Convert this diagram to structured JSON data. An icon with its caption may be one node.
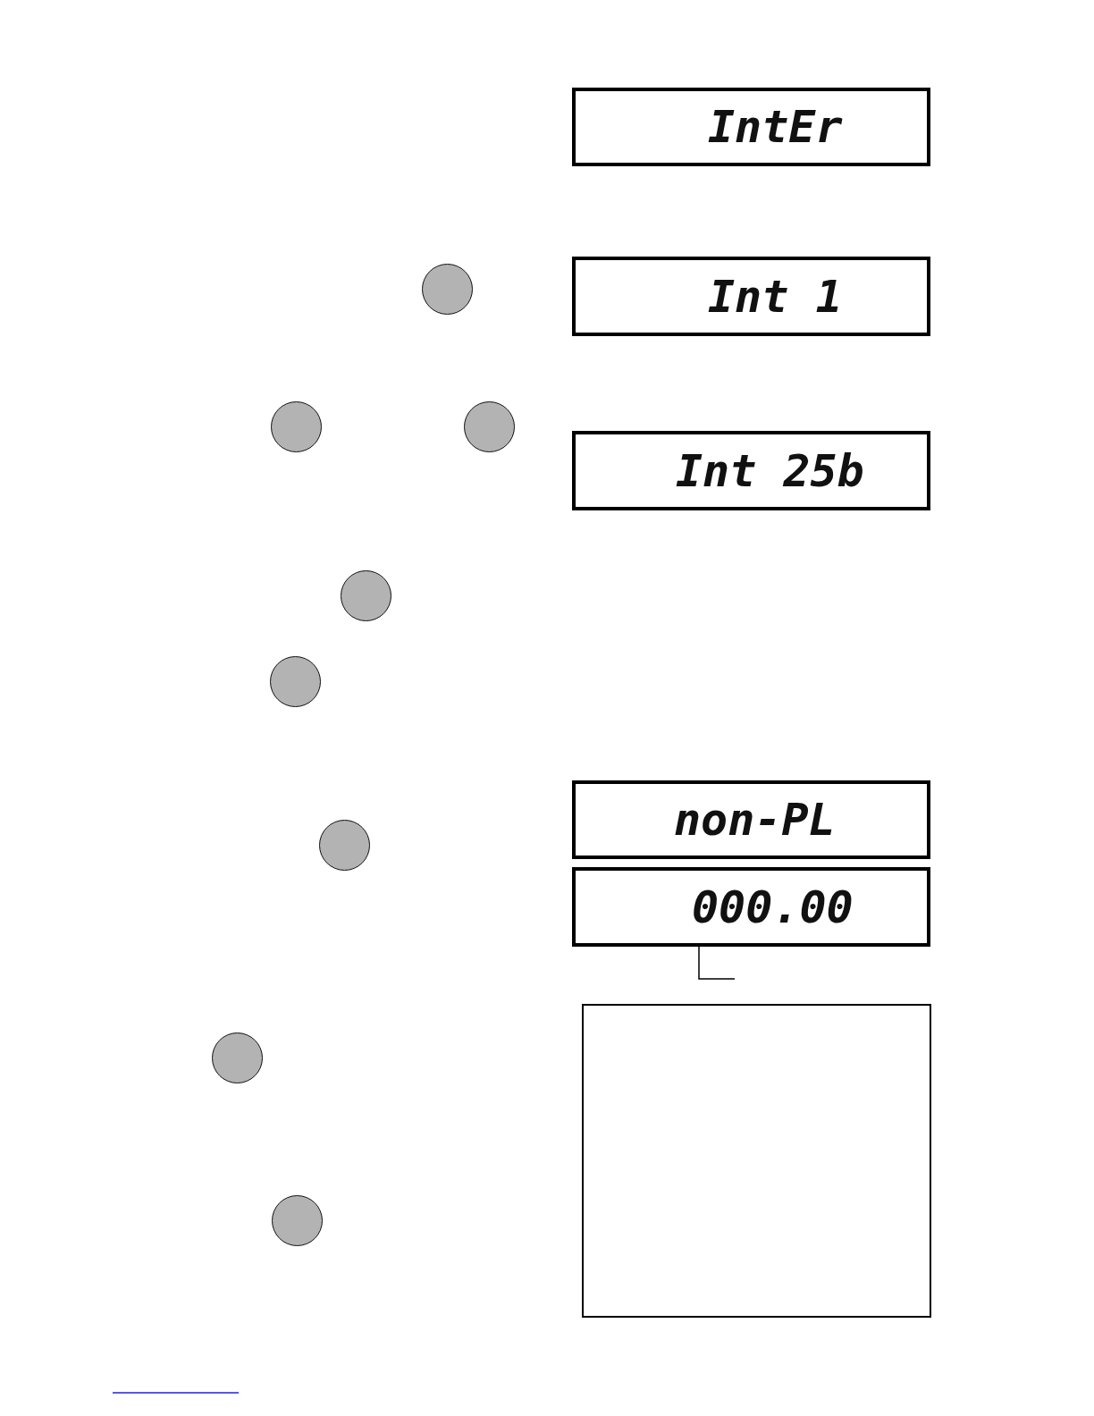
{
  "diagram": {
    "nodes": [
      {
        "text": [
          "IntEr"
        ]
      },
      {
        "text": [],
        "shape": "circle"
      },
      {
        "text": [
          "Int 1"
        ]
      },
      {
        "text": [],
        "shape": "circle"
      },
      {
        "text": [],
        "shape": "circle"
      },
      {
        "text": [
          "Int 25b"
        ]
      },
      {
        "text": [],
        "shape": "circle"
      },
      {
        "text": [],
        "shape": "circle"
      },
      {
        "text": [
          "non-PL"
        ]
      },
      {
        "text": [],
        "shape": "circle"
      },
      {
        "text": [
          "000.00"
        ]
      },
      {
        "text": [],
        "shape": "box"
      },
      {
        "text": [],
        "shape": "circle"
      },
      {
        "text": [],
        "shape": "circle"
      }
    ],
    "edges": [
      {
        "from": null,
        "to": 10,
        "arrow": "none"
      }
    ]
  }
}
